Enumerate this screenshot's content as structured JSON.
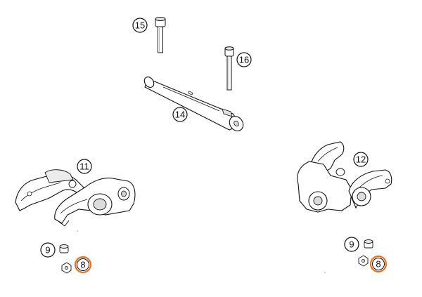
{
  "callouts": {
    "c15": "15",
    "c16": "16",
    "c14": "14",
    "c11": "11",
    "c12": "12",
    "c9_left": "9",
    "c8_left": "8",
    "c9_right": "9",
    "c8_right": "8"
  },
  "colors": {
    "ink": "#111111",
    "part_fill": "#ffffff",
    "part_shade": "#d8d8d8",
    "highlight": "#e8731a"
  }
}
